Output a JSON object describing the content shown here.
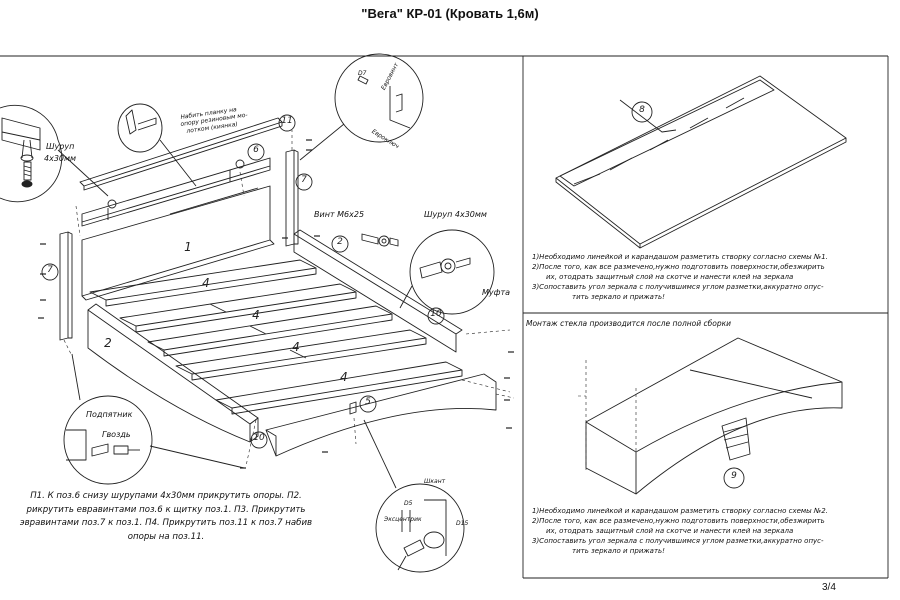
{
  "title": "\"Вега\" КР-01 (Кровать 1,6м)",
  "page_number": "3/4",
  "instructions": {
    "lines": [
      "П1. К поз.6 снизу шурупами 4х30мм прикрутить опоры. П2.",
      "рикрутить евравинтами поз.6 к щитку поз.1. П3. Прикрутить",
      "эвравинтами поз.7 к поз.1. П4. Прикрутить поз.11 к поз.7 набив",
      "опоры на поз.11."
    ]
  },
  "callouts": {
    "screw": "Шуруп",
    "screw_size": "4х30мм",
    "strip_note_1": "Набить планку на",
    "strip_note_2": "опору резиновым мо-",
    "strip_note_3": "лотком (киянка)",
    "euroscrew": "Евровинт",
    "drill": "Евроключ",
    "d7": "D7",
    "bolt": "Винт М6х25",
    "screw_top": "Шуруп 4х30мм",
    "coupling": "Муфта",
    "footrest": "Подпятник",
    "nail": "Гвоздь",
    "shkant": "Шкант",
    "eccentric": "Эксцентрик",
    "d5": "D5",
    "d15": "D15"
  },
  "parts": {
    "p1": "1",
    "p2": "2",
    "p4a": "4",
    "p4b": "4",
    "p4c": "4",
    "p4d": "4",
    "p5": "5",
    "p6": "6",
    "p7a": "7",
    "p7b": "7",
    "p8": "8",
    "p9": "9",
    "p10a": "10",
    "p10b": "10",
    "p11": "11"
  },
  "mirror_notes_top": [
    "1)Необходимо линейкой и карандашом разметить створку согласно схемы №1.",
    "2)После того, как все размечено,нужно подготовить поверхности,обезжирить",
    "их, отодрать защитный слой на скотче и нанести клей на зеркала",
    "3)Сопоставить угол зеркала с получившимся углом разметки,аккуратно опус-",
    "тить зеркало и прижать!"
  ],
  "glass_note": "Монтаж стекла производится после полной сборки",
  "mirror_notes_bottom": [
    "1)Необходимо линейкой и карандашом разметить створку согласно схемы №2.",
    "2)После того, как все размечено,нужно подготовить поверхности,обезжирить",
    "их, отодрать защитный слой на скотче и нанести клей на зеркала",
    "3)Сопоставить угол зеркала с получившимся углом разметки,аккуратно опус-",
    "тить зеркало и прижать!"
  ]
}
